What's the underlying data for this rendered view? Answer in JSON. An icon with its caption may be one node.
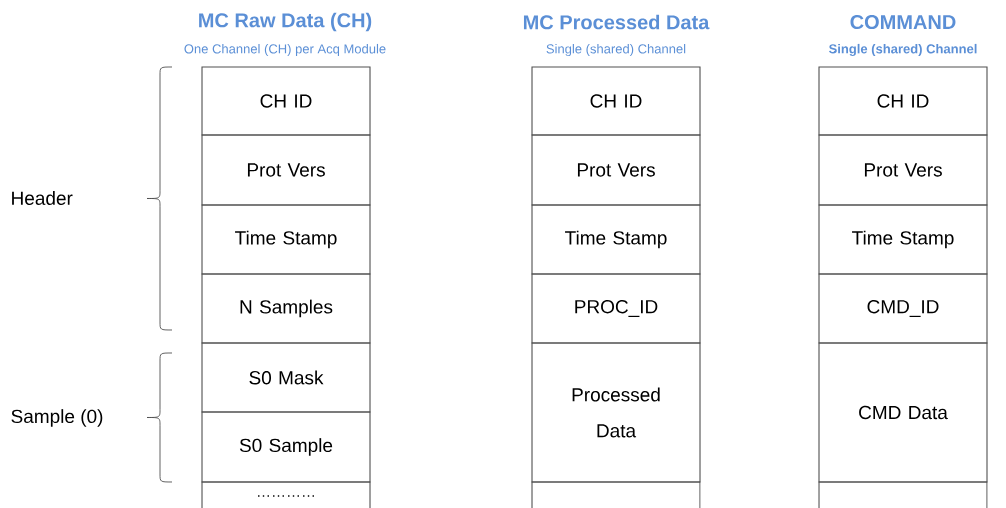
{
  "diagram": {
    "nodes": [
      {
        "text": [
          "CH ID"
        ]
      },
      {
        "text": [
          "Prot Vers"
        ]
      },
      {
        "text": [
          "Time Stamp"
        ]
      },
      {
        "text": [
          "N Samples"
        ]
      },
      {
        "text": [
          "S0 Mask"
        ]
      },
      {
        "text": [
          "S0 Sample"
        ]
      },
      {
        "text": [
          "…………"
        ]
      },
      {
        "text": [
          "CH ID"
        ]
      },
      {
        "text": [
          "Prot Vers"
        ]
      },
      {
        "text": [
          "Time Stamp"
        ]
      },
      {
        "text": [
          "PROC_ID"
        ]
      },
      {
        "text": [
          "Processed Data"
        ]
      },
      {
        "text": [],
        "shape": "box"
      },
      {
        "text": [
          "CH ID"
        ]
      },
      {
        "text": [
          "Prot Vers"
        ]
      },
      {
        "text": [
          "Time Stamp"
        ]
      },
      {
        "text": [
          "CMD_ID"
        ]
      },
      {
        "text": [
          "CMD Data"
        ]
      },
      {
        "text": [],
        "shape": "box"
      }
    ],
    "labels": [
      "MC Raw Data (CH)",
      "One Channel (CH) per Acq Module",
      "MC Processed Data",
      "Single (shared) Channel",
      "COMMAND",
      "Single (shared) Channel",
      "Header",
      "Sample (0)"
    ]
  }
}
